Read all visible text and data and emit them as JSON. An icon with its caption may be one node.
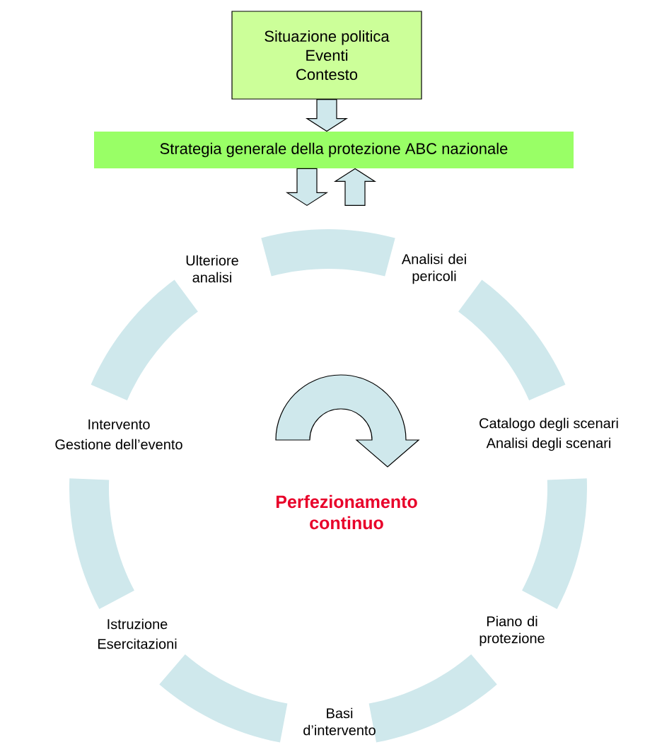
{
  "diagram": {
    "nodes": [
      {
        "text": [
          "Situazione politica",
          "Eventi",
          "Contesto"
        ]
      },
      {
        "text": [
          "Strategia generale della protezione ABC nazionale"
        ]
      }
    ],
    "edges": [
      {
        "from": 0,
        "to": 1,
        "arrow": "to"
      },
      {
        "from": 1,
        "to": null,
        "arrow": "to"
      },
      {
        "from": null,
        "to": 1,
        "arrow": "to"
      }
    ],
    "labels": [
      "Ulteriore analisi",
      "Analisi dei pericoli",
      "Catalogo degli scenari",
      "Analisi degli scenari",
      "Piano di protezione",
      "Basi d’intervento",
      "Istruzione",
      "Esercitazioni",
      "Intervento",
      "Gestione dell’evento",
      "Perfezionamento continuo"
    ]
  }
}
